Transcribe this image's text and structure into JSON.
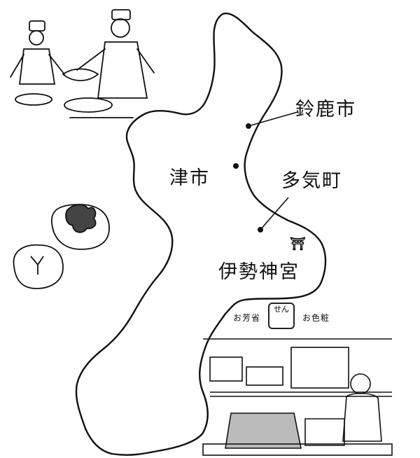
{
  "map": {
    "stroke_color": "#111111",
    "background": "#ffffff",
    "places": [
      {
        "id": "suzuka",
        "label": "鈴鹿市"
      },
      {
        "id": "tsu",
        "label": "津市"
      },
      {
        "id": "taki",
        "label": "多気町"
      },
      {
        "id": "ise",
        "label": "伊勢神宮"
      }
    ],
    "torii_symbol": "⛩"
  },
  "illustrations": {
    "chefs": "chefs-cooking-icon",
    "persimmons": "persimmon-icon",
    "shop": "shop-front-icon"
  },
  "shop_sign": {
    "left_text": "お芳省",
    "center_text": "せん",
    "right_text": "お色粧"
  }
}
